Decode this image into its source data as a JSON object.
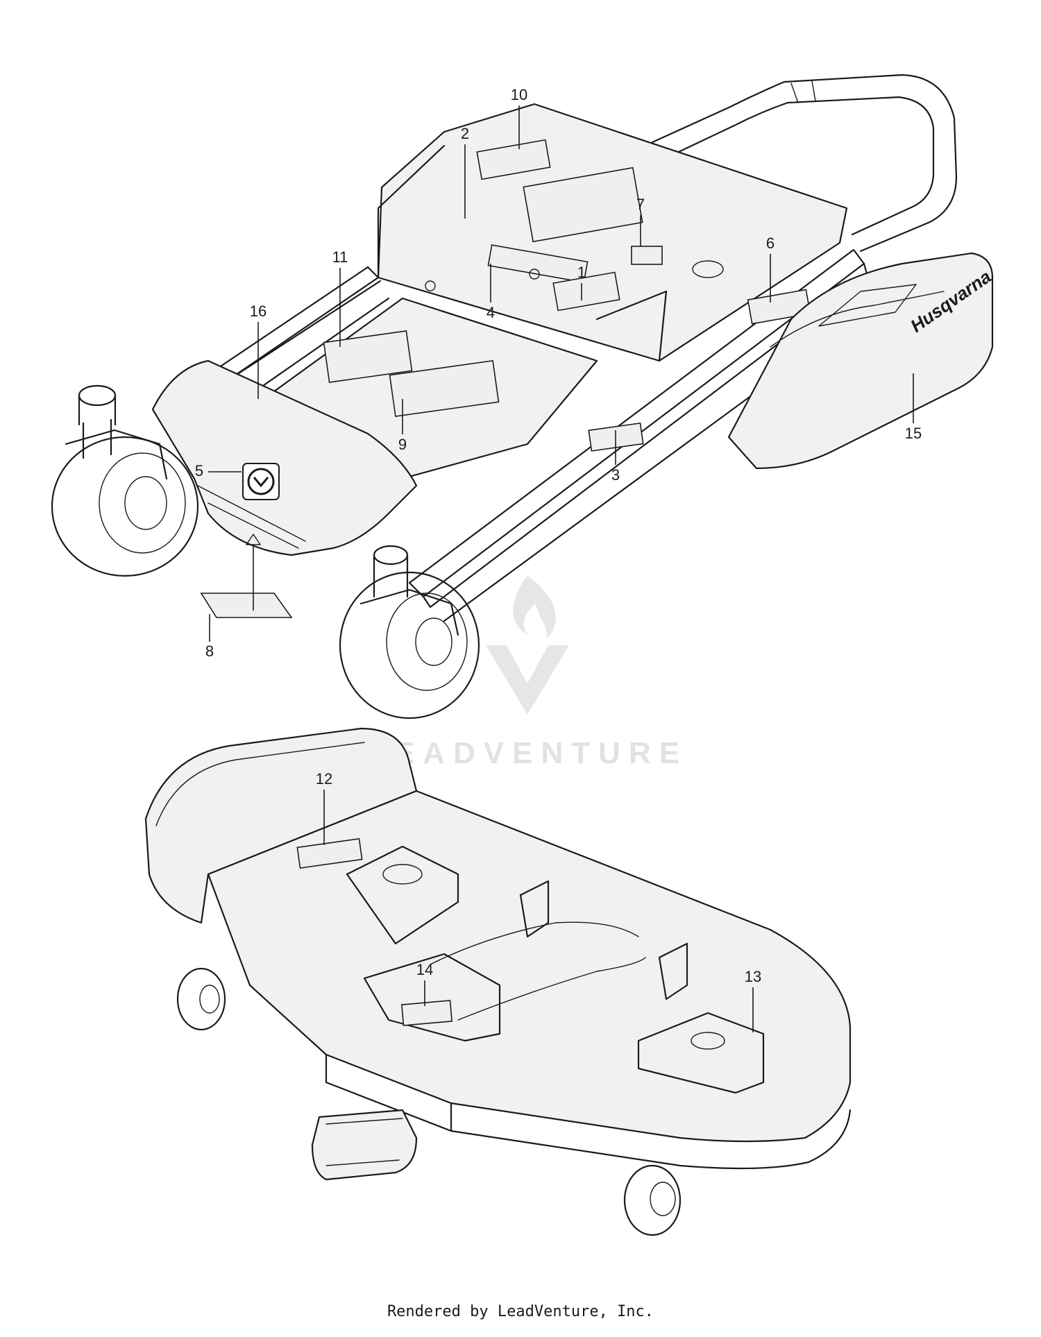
{
  "callouts": [
    "1",
    "2",
    "3",
    "4",
    "5",
    "6",
    "7",
    "8",
    "9",
    "10",
    "11",
    "12",
    "13",
    "14",
    "15",
    "16"
  ],
  "brand_text": "Husqvarna",
  "watermark": "LEADVENTURE",
  "footer": "Rendered by LeadVenture, Inc.",
  "colors": {
    "line": "#1a1a1a",
    "fill": "#f1f1f1",
    "watermark": "#e2e2e2"
  }
}
